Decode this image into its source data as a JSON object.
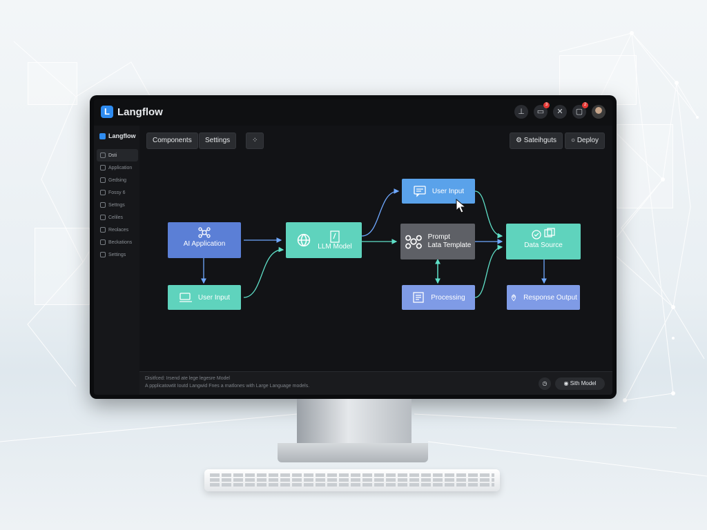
{
  "app": {
    "name": "Langflow",
    "logo_letter": "L"
  },
  "topbar": {
    "icons": [
      "user-icon",
      "notification-icon",
      "tools-icon",
      "message-icon",
      "avatar"
    ],
    "notification_count": "3",
    "message_count": "2"
  },
  "sidebar": {
    "brand": "Langflow",
    "items": [
      {
        "label": "Dsti",
        "active": true
      },
      {
        "label": "Application",
        "active": false
      },
      {
        "label": "Gedsing",
        "active": false
      },
      {
        "label": "Fossy 6",
        "active": false
      },
      {
        "label": "Settngs",
        "active": false
      },
      {
        "label": "Celiles",
        "active": false
      },
      {
        "label": "Reolaces",
        "active": false
      },
      {
        "label": "Beckations",
        "active": false
      },
      {
        "label": "Settings",
        "active": false
      }
    ]
  },
  "toolbar": {
    "components_label": "Components",
    "settings_label": "Settings",
    "settings2_label": "Sateihguts",
    "deploy_label": "Deploy"
  },
  "nodes": {
    "ai_application": {
      "label": "AI Application",
      "color": "#5b7fd6"
    },
    "user_input_left": {
      "label": "User Input",
      "color": "#5fd3bd"
    },
    "llm_model": {
      "label": "LLM Model",
      "color": "#5fd3bd"
    },
    "user_input_top": {
      "label": "User Input",
      "color": "#5aa2ea"
    },
    "prompt_template": {
      "label_line1": "Prompt",
      "label_line2": "Lata Template",
      "color": "#5e6066"
    },
    "processing": {
      "label": "Processing",
      "color": "#7f9be6"
    },
    "data_source": {
      "label": "Data Source",
      "color": "#5fd3bd"
    },
    "response_output": {
      "label": "Response Output",
      "color": "#7f9be6"
    }
  },
  "status": {
    "line1": "Disitfced: Irsend ate lege legesre Model",
    "line2": "A ppplicatowtit Ioutd Langwid Fnes a rnatlones with Large Language models.",
    "model_button": "Sith Model"
  },
  "colors": {
    "wire": "#6fa8ff",
    "wire_green": "#5fe0c8",
    "screen_bg": "#121316"
  }
}
